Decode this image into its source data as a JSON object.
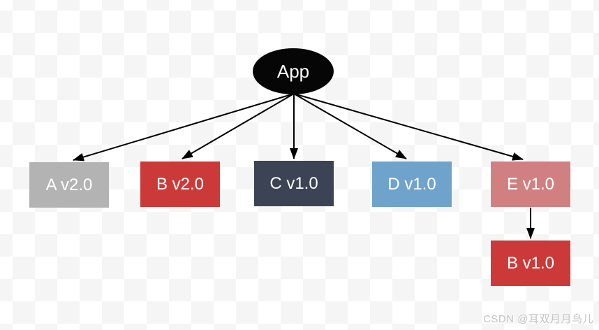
{
  "canvas": {
    "background_checker_colors": [
      "#ffffff",
      "#f5f5f6"
    ]
  },
  "diagram": {
    "root": {
      "id": "app",
      "label": "App",
      "shape": "ellipse",
      "bg": "#060606",
      "text_color": "#ffffff"
    },
    "nodes": [
      {
        "id": "a-v2",
        "label": "A v2.0",
        "bg": "#b3b3b3",
        "text_color": "#ffffff"
      },
      {
        "id": "b-v2",
        "label": "B v2.0",
        "bg": "#cb3a38",
        "text_color": "#ffffff"
      },
      {
        "id": "c-v1",
        "label": "C v1.0",
        "bg": "#3b4354",
        "text_color": "#ffffff"
      },
      {
        "id": "d-v1",
        "label": "D v1.0",
        "bg": "#6fa3cc",
        "text_color": "#ffffff"
      },
      {
        "id": "e-v1",
        "label": "E v1.0",
        "bg": "#d08081",
        "text_color": "#ffffff"
      },
      {
        "id": "b-v1",
        "label": "B v1.0",
        "bg": "#cb3a38",
        "text_color": "#ffffff"
      }
    ],
    "edges": [
      {
        "from": "App",
        "to": "A v2.0"
      },
      {
        "from": "App",
        "to": "B v2.0"
      },
      {
        "from": "App",
        "to": "C v1.0"
      },
      {
        "from": "App",
        "to": "D v1.0"
      },
      {
        "from": "App",
        "to": "E v1.0"
      },
      {
        "from": "E v1.0",
        "to": "B v1.0"
      }
    ],
    "arrow_color": "#000000"
  },
  "watermark": {
    "text": "CSDN @耳双月月鸟儿",
    "color": "#c2c2c2"
  }
}
